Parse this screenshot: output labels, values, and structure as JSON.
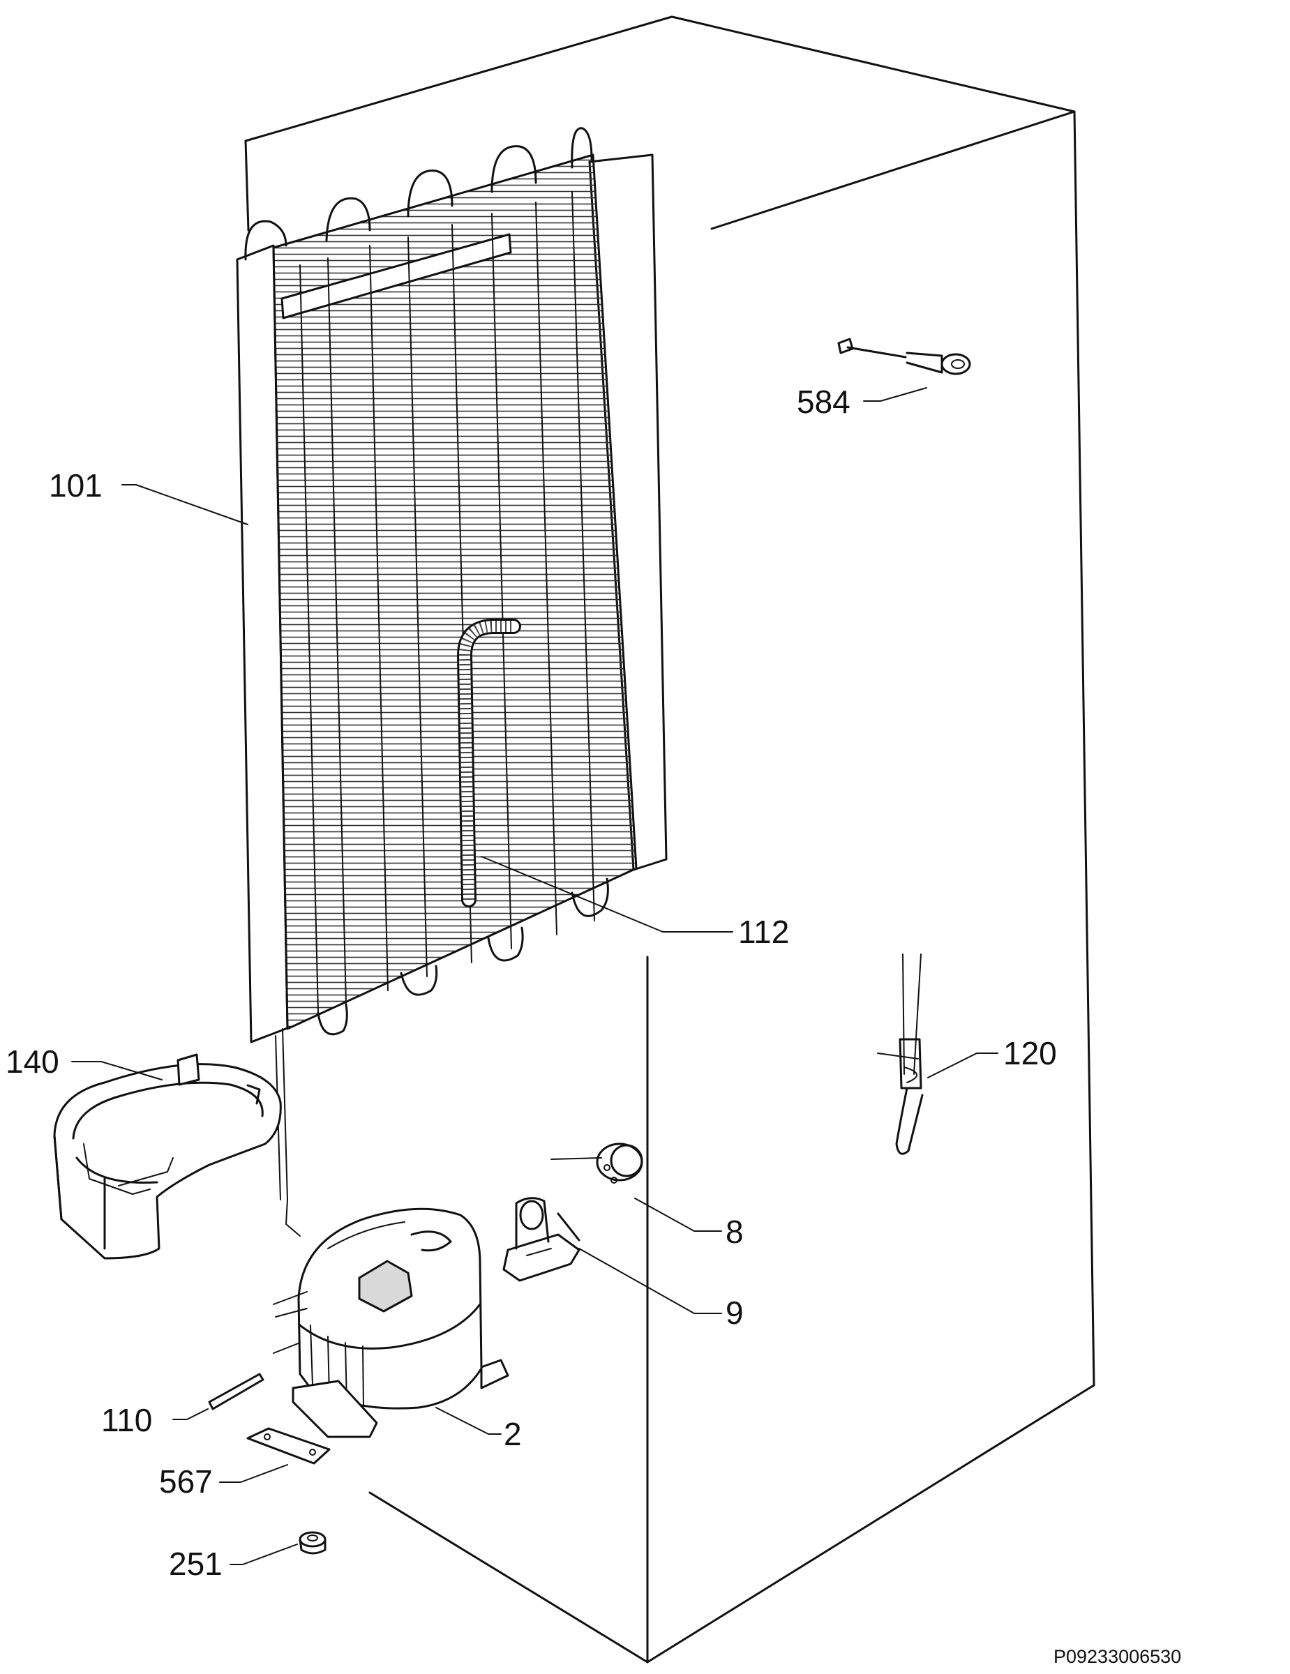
{
  "diagram": {
    "callouts": {
      "c101": "101",
      "c112": "112",
      "c140": "140",
      "c584": "584",
      "c120": "120",
      "c8": "8",
      "c9": "9",
      "c110": "110",
      "c2": "2",
      "c567": "567",
      "c251": "251"
    },
    "drawing_code": "P09233006530"
  }
}
